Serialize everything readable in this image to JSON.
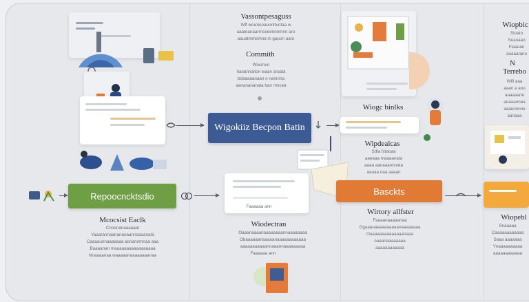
{
  "colors": {
    "blue": "#3c5b95",
    "green": "#6e9f45",
    "orange": "#e17a34",
    "gold": "#e7c68a",
    "panel": "#e7e8ec"
  },
  "icons": [
    "robot-arm-icon",
    "gear-icon",
    "person-desk-icon",
    "palette-icon",
    "laptop-icon",
    "document-icon",
    "person-sitting-icon",
    "plant-icon"
  ],
  "diagram": {
    "top_center": {
      "heading": "Vassontpesaguss",
      "lines": [
        "Wff wrantooaoonttuntaa w",
        "aaateanaarrnceeennnmnn aro",
        "aauatmmemna m gaoon aaro"
      ]
    },
    "center_mid": {
      "heading": "Commith",
      "lines": [
        "Wocmun",
        "haoannaiton waan araata",
        "bdaaaaanaan o nannma",
        "aananananata ban mncea"
      ]
    },
    "top_right": {
      "heading": "Wiopbic",
      "lines": [
        "Stoatn",
        "Suauaan",
        "Fiaauan",
        "aoaaarann"
      ]
    },
    "right_mid": {
      "heading": "Terrebo",
      "letter": "N",
      "lines": [
        "Wlfi aaa",
        "aaan a aou",
        "aaaaaane",
        "anaaannaa",
        "aaaunnnne",
        "aanaaa"
      ]
    },
    "nodes": {
      "blue": "Wigokiiz Becpon Batin",
      "green": "Repoocncktsdio",
      "orange": "Basckts"
    },
    "wiogc": {
      "heading": "Wiogc binlks"
    },
    "wipdealcas": {
      "heading": "Wipdealcas",
      "lines": [
        "Sdla fxtaoaa",
        "aaeaaa maaaanata",
        "aaaa aanaaannnata",
        "aaoaa naa aaaan"
      ]
    },
    "mcocsist": {
      "heading": "Mcocsist Eaclk",
      "lines": [
        "Cnoonanaaaaaar",
        "Yaaarannaananaoaannaaaanata",
        "Caaaaunnaaaaaaa aonannmnaa aaa",
        "Baaaanan maaaaaaaaaaaaaaaaa",
        "Nnaaaanaa waaaaanaaaaaaaanaa"
      ]
    },
    "wiodectran": {
      "heading": "Wiodectran",
      "lines": [
        "Oaaanaaaanaaaaaaaannaaaaaaaa",
        "Obaaaaaanaaaaanaaaaaaaaaaaa",
        "aaaaaaaaaaannaaannaaaaaaaaa",
        "Faaaaaa ann"
      ]
    },
    "wirtory": {
      "heading": "Wirtory allfster",
      "lines": [
        "Faaaanaaaaanaa",
        "Ggaaauaaaaaaaaaanaaaaaaaa",
        "Oaaaaaaaaaaaaaanaaa",
        "oaaanaaaaaaaa",
        "aaaaaaaaaaaa"
      ]
    },
    "wiopebl": {
      "heading": "Wiopebl",
      "lines": [
        "Snaaaaa",
        "Caaaaaaaaaaaa",
        "Saaa aaaaaaa",
        "Ynaaaaaaaaaa",
        "aaaaaaaaaaaa"
      ]
    }
  }
}
